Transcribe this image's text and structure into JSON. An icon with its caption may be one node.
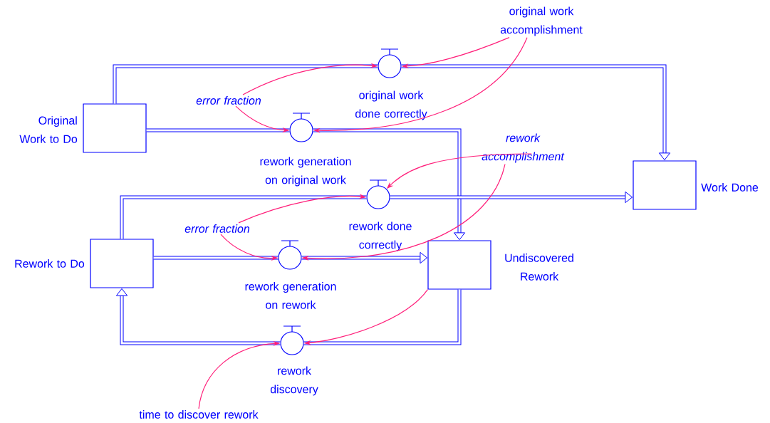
{
  "diagram": {
    "nodes": [
      {
        "text": [
          "Original Work to Do"
        ]
      },
      {
        "text": [
          "original work done correctly"
        ]
      },
      {
        "text": [
          "rework generation on original work"
        ]
      },
      {
        "text": [
          "Work Done"
        ]
      },
      {
        "text": [
          "rework done correctly"
        ]
      },
      {
        "text": [
          "Rework to Do"
        ]
      },
      {
        "text": [
          "rework generation on rework"
        ]
      },
      {
        "text": [
          "Undiscovered Rework"
        ]
      },
      {
        "text": [
          "rework discovery"
        ]
      },
      {
        "text": [
          "original work accomplishment"
        ]
      },
      {
        "text": [
          "error fraction"
        ]
      },
      {
        "text": [
          "rework accomplishment"
        ]
      },
      {
        "text": [
          "error fraction"
        ]
      },
      {
        "text": [
          "time to discover rework"
        ]
      }
    ],
    "edges": [
      {
        "from": 0,
        "to": 1,
        "arrow": "none",
        "style": "thick"
      },
      {
        "from": 1,
        "to": 3,
        "arrow": "to",
        "style": "thick"
      },
      {
        "from": 0,
        "to": 2,
        "arrow": "none",
        "style": "thick"
      },
      {
        "from": 2,
        "to": 7,
        "arrow": "to",
        "style": "thick"
      },
      {
        "from": 5,
        "to": 4,
        "arrow": "none",
        "style": "thick"
      },
      {
        "from": 4,
        "to": 3,
        "arrow": "to",
        "style": "thick"
      },
      {
        "from": 5,
        "to": 6,
        "arrow": "none",
        "style": "thick"
      },
      {
        "from": 6,
        "to": 7,
        "arrow": "to",
        "style": "thick"
      },
      {
        "from": 7,
        "to": 8,
        "arrow": "none",
        "style": "thick"
      },
      {
        "from": 8,
        "to": 5,
        "arrow": "to",
        "style": "thick"
      },
      {
        "from": 9,
        "to": 1,
        "arrow": "to",
        "color": "#ff1f7a"
      },
      {
        "from": 9,
        "to": 2,
        "arrow": "to",
        "color": "#ff1f7a"
      },
      {
        "from": 10,
        "to": 1,
        "arrow": "to",
        "color": "#ff1f7a"
      },
      {
        "from": 10,
        "to": 2,
        "arrow": "to",
        "color": "#ff1f7a"
      },
      {
        "from": 11,
        "to": 4,
        "arrow": "to",
        "color": "#ff1f7a"
      },
      {
        "from": 11,
        "to": 6,
        "arrow": "to",
        "color": "#ff1f7a"
      },
      {
        "from": 12,
        "to": 4,
        "arrow": "to",
        "color": "#ff1f7a"
      },
      {
        "from": 12,
        "to": 6,
        "arrow": "to",
        "color": "#ff1f7a"
      },
      {
        "from": 7,
        "to": 8,
        "arrow": "to",
        "color": "#ff1f7a"
      },
      {
        "from": 13,
        "to": 8,
        "arrow": "to",
        "color": "#ff1f7a"
      }
    ]
  }
}
